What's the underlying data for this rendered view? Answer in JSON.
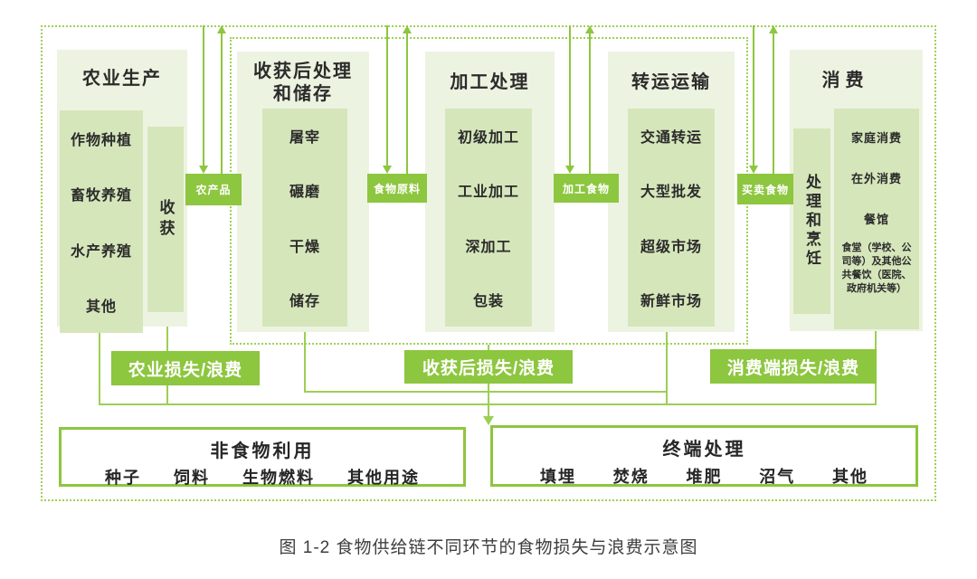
{
  "caption": "图 1-2 食物供给链不同环节的食物损失与浪费示意图",
  "columns": [
    {
      "title": "农业生产",
      "items": [
        "作物种植",
        "畜牧养殖",
        "水产养殖",
        "其他"
      ],
      "harvest": "收获"
    },
    {
      "title": "收获后处理和储存",
      "items": [
        "屠宰",
        "碾磨",
        "干燥",
        "储存"
      ]
    },
    {
      "title": "加工处理",
      "items": [
        "初级加工",
        "工业加工",
        "深加工",
        "包装"
      ]
    },
    {
      "title": "转运运输",
      "items": [
        "交通转运",
        "大型批发",
        "超级市场",
        "新鲜市场"
      ]
    },
    {
      "title": "消费",
      "process": "处理和烹饪",
      "items": [
        "家庭消费",
        "在外消费",
        "餐馆",
        "食堂（学校、公司等）及其他公共餐饮（医院、政府机关等）"
      ]
    }
  ],
  "flow_labels": [
    "农产品",
    "食物原料",
    "加工食物",
    "买卖食物"
  ],
  "loss_labels": [
    "农业损失/浪费",
    "收获后损失/浪费",
    "消费端损失/浪费"
  ],
  "bottom_boxes": [
    {
      "title": "非食物利用",
      "items": [
        "种子",
        "饲料",
        "生物燃料",
        "其他用途"
      ]
    },
    {
      "title": "终端处理",
      "items": [
        "填埋",
        "焚烧",
        "堆肥",
        "沼气",
        "其他"
      ]
    }
  ],
  "colors": {
    "accent": "#8dc63f",
    "dotted_border": "#9ed156",
    "panel_bg": "#edf3e1",
    "item_bg": "#d6e6bb"
  }
}
